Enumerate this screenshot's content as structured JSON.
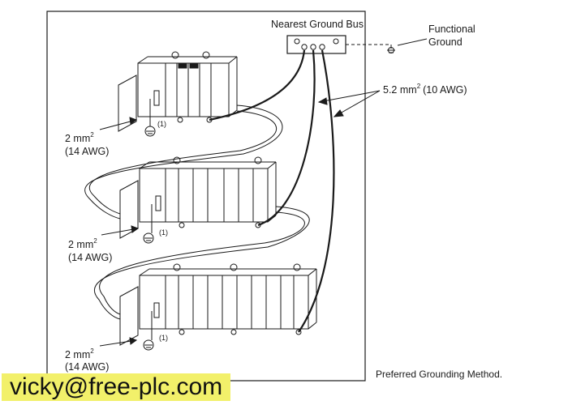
{
  "labels": {
    "bus": "Nearest Ground Bus",
    "functional_line1": "Functional",
    "functional_line2": "Ground",
    "main_wire": "5.2 mm",
    "main_wire_sup": "2",
    "main_wire_awg": "(10 AWG)",
    "chassis_wire": "2 mm",
    "chassis_wire_sup": "2",
    "chassis_wire_awg": "(14 AWG)",
    "footnote_mark": "(1)",
    "caption": "Preferred Grounding Method."
  },
  "watermark": "vicky@free-plc.com",
  "colors": {
    "line": "#1a1a1a",
    "watermark_bg": "#f2f06a"
  }
}
